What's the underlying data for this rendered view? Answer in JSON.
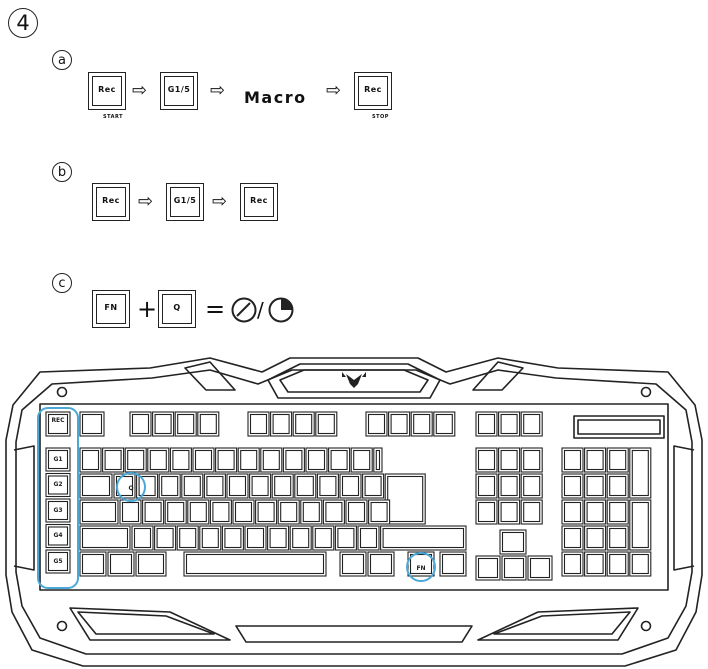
{
  "figure": {
    "step_number": "4",
    "substeps": {
      "a": {
        "label": "a",
        "key1": "Rec",
        "key1_sub": "START",
        "key2": "G1/5",
        "middle": "Macro",
        "key3": "Rec",
        "key3_sub": "STOP"
      },
      "b": {
        "label": "b",
        "key1": "Rec",
        "key2": "G1/5",
        "key3": "Rec"
      },
      "c": {
        "label": "c",
        "key1": "FN",
        "plus": "+",
        "key2": "Q",
        "equals": "=",
        "slash": "/"
      }
    },
    "keyboard": {
      "rec_key": "REC",
      "g_keys": [
        "G1",
        "G2",
        "G3",
        "G4",
        "G5"
      ],
      "q_key": "Q",
      "fn_key": "FN"
    },
    "icons": [
      "arrow-right-icon",
      "gauge-icon",
      "clock-icon",
      "trust-logo-icon"
    ],
    "colors": {
      "line": "#222222",
      "highlight": "#4aa8d8"
    }
  }
}
